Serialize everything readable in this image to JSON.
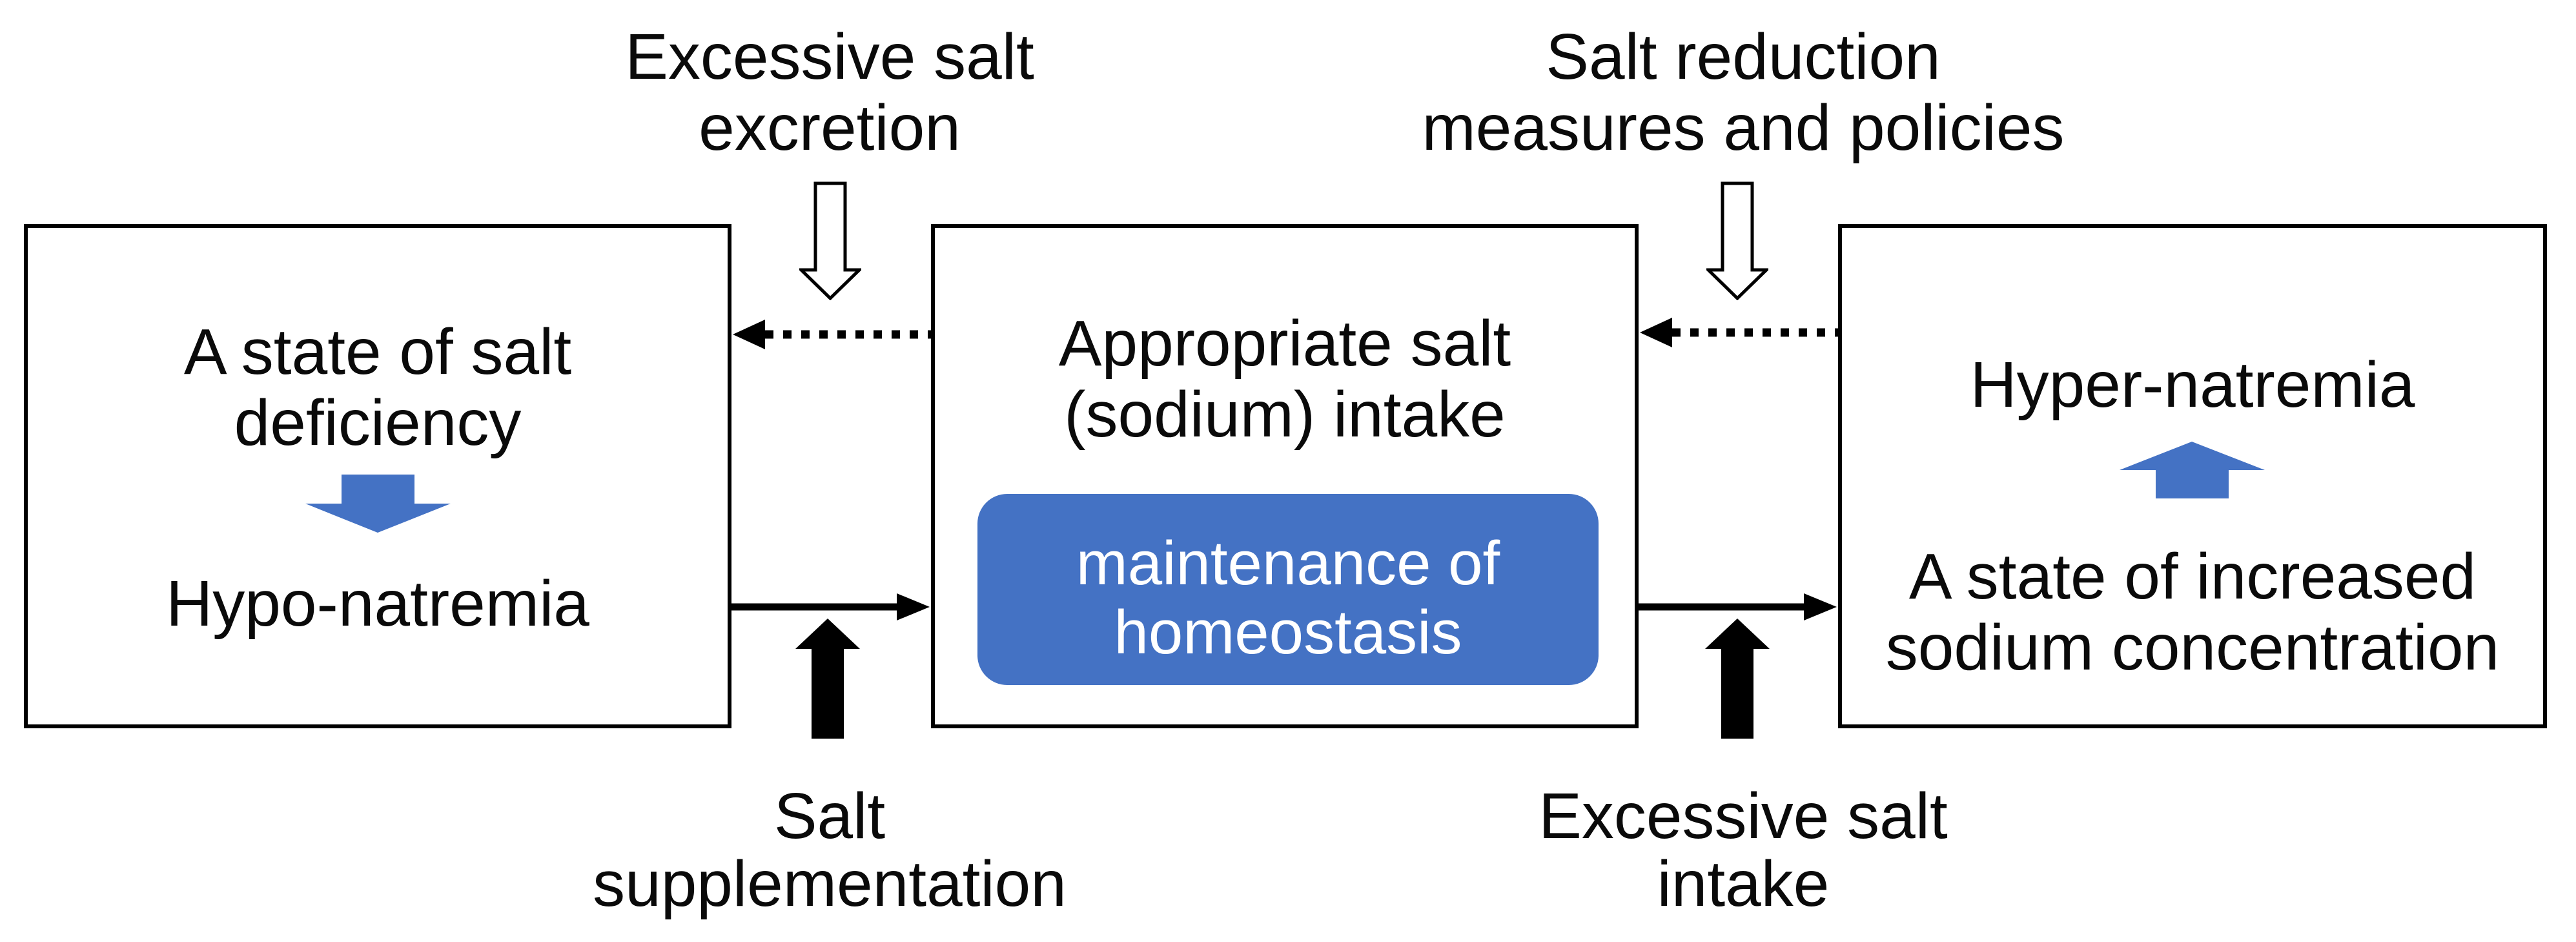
{
  "diagram": {
    "colors": {
      "accent_blue": "#4472C4",
      "line_black": "#000000",
      "text_black": "#0a0a0a",
      "box_fill": "#ffffff"
    },
    "external_labels": {
      "top_left": {
        "line1": "Excessive salt",
        "line2": "excretion"
      },
      "top_right": {
        "line1": "Salt reduction",
        "line2": "measures and policies"
      },
      "bottom_left": {
        "line1": "Salt",
        "line2": "supplementation"
      },
      "bottom_right": {
        "line1": "Excessive salt",
        "line2": "intake"
      }
    },
    "boxes": {
      "left": {
        "title_line1": "A state of salt",
        "title_line2": "deficiency",
        "result": "Hypo-natremia"
      },
      "middle": {
        "title_line1": "Appropriate salt",
        "title_line2": "(sodium) intake",
        "badge_line1": "maintenance of",
        "badge_line2": "homeostasis"
      },
      "right": {
        "title": "Hyper-natremia",
        "desc_line1": "A state of increased",
        "desc_line2": "sodium concentration"
      }
    },
    "icons": {
      "white_block_down_arrow": "outlined downward block arrow",
      "black_block_up_arrow": "solid black upward block arrow",
      "dotted_left_arrow": "dashed leftward feedback arrow",
      "solid_right_arrow": "solid rightward flow arrow",
      "blue_down_arrow": "blue downward block arrow",
      "blue_up_arrow": "blue upward block arrow"
    }
  }
}
